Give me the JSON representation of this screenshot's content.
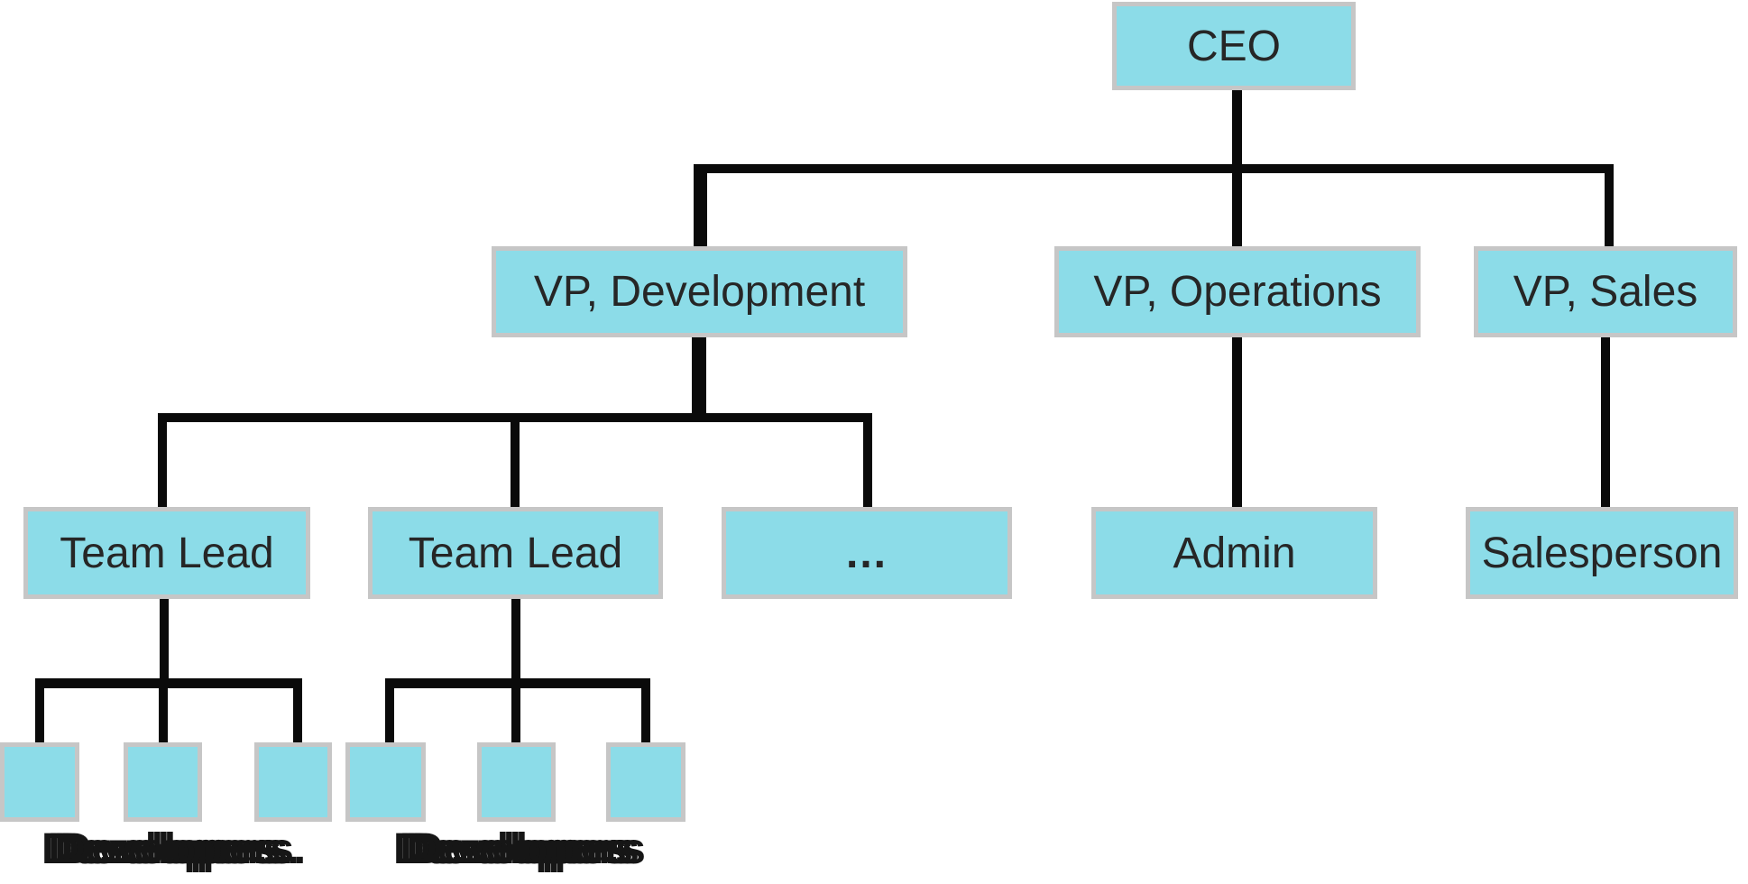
{
  "colors": {
    "box_fill": "#8CDCE8",
    "box_border": "#C6C6C6",
    "line": "#0A0A0A",
    "text": "#262626",
    "dev_label_text": "#161616"
  },
  "nodes": {
    "ceo": "CEO",
    "vp_development": "VP, Development",
    "vp_operations": "VP, Operations",
    "vp_sales": "VP, Sales",
    "team_lead_1": "Team Lead",
    "team_lead_2": "Team Lead",
    "ellipsis": "...",
    "admin": "Admin",
    "salesperson": "Salesperson"
  },
  "labels": {
    "developers_group_1": "Developers.",
    "developers_group_2": "Developers"
  },
  "edges": [
    [
      "CEO",
      "VP, Development"
    ],
    [
      "CEO",
      "VP, Operations"
    ],
    [
      "CEO",
      "VP, Sales"
    ],
    [
      "VP, Development",
      "Team Lead (left)"
    ],
    [
      "VP, Development",
      "Team Lead (right)"
    ],
    [
      "VP, Development",
      "..."
    ],
    [
      "VP, Operations",
      "Admin"
    ],
    [
      "VP, Sales",
      "Salesperson"
    ],
    [
      "Team Lead (left)",
      "3 developer boxes"
    ],
    [
      "Team Lead (right)",
      "3 developer boxes"
    ]
  ]
}
